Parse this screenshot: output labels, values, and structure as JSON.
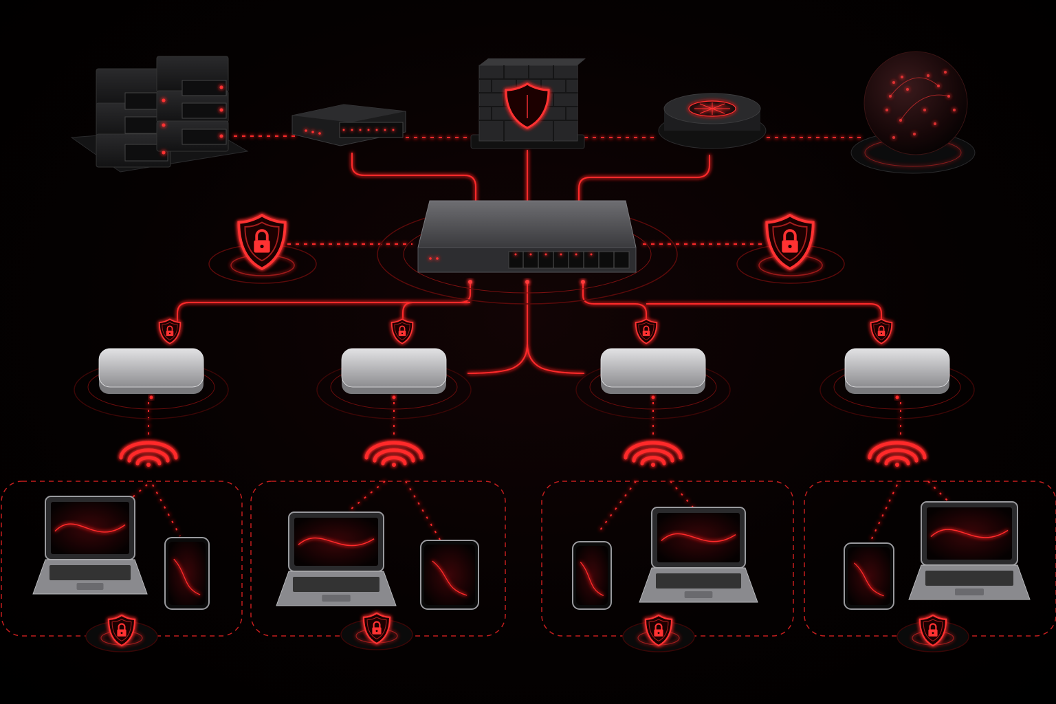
{
  "colors": {
    "background": "#000000",
    "accent": "#ff2a2a",
    "accent_soft": "#ff5050",
    "device_dark": "#1c1c1e",
    "device_silver": "#c9c9cb",
    "screen": "#0a0a0a"
  },
  "diagram": {
    "type": "network-topology",
    "text": "",
    "top_row": [
      {
        "id": "server-rack",
        "icon": "server-rack-icon"
      },
      {
        "id": "edge-switch",
        "icon": "network-switch-icon"
      },
      {
        "id": "firewall",
        "icon": "firewall-shield-icon"
      },
      {
        "id": "router",
        "icon": "router-puck-icon"
      },
      {
        "id": "internet",
        "icon": "globe-icon"
      }
    ],
    "core": {
      "id": "core-switch",
      "icon": "network-switch-icon"
    },
    "side_shields": [
      {
        "id": "shield-left",
        "icon": "shield-lock-icon"
      },
      {
        "id": "shield-right",
        "icon": "shield-lock-icon"
      }
    ],
    "access_points": [
      {
        "id": "ap-1",
        "icon": "access-point-icon",
        "badge": "shield-lock-icon",
        "signal": "wifi-signal-icon"
      },
      {
        "id": "ap-2",
        "icon": "access-point-icon",
        "badge": "shield-lock-icon",
        "signal": "wifi-signal-icon"
      },
      {
        "id": "ap-3",
        "icon": "access-point-icon",
        "badge": "shield-lock-icon",
        "signal": "wifi-signal-icon"
      },
      {
        "id": "ap-4",
        "icon": "access-point-icon",
        "badge": "shield-lock-icon",
        "signal": "wifi-signal-icon"
      }
    ],
    "client_zones": [
      {
        "id": "zone-1",
        "devices": [
          "laptop-icon",
          "smartphone-icon"
        ],
        "badge": "shield-lock-icon"
      },
      {
        "id": "zone-2",
        "devices": [
          "laptop-icon",
          "tablet-icon"
        ],
        "badge": "shield-lock-icon"
      },
      {
        "id": "zone-3",
        "devices": [
          "smartphone-icon",
          "laptop-icon"
        ],
        "badge": "shield-lock-icon"
      },
      {
        "id": "zone-4",
        "devices": [
          "tablet-icon",
          "laptop-icon"
        ],
        "badge": "shield-lock-icon"
      }
    ]
  }
}
